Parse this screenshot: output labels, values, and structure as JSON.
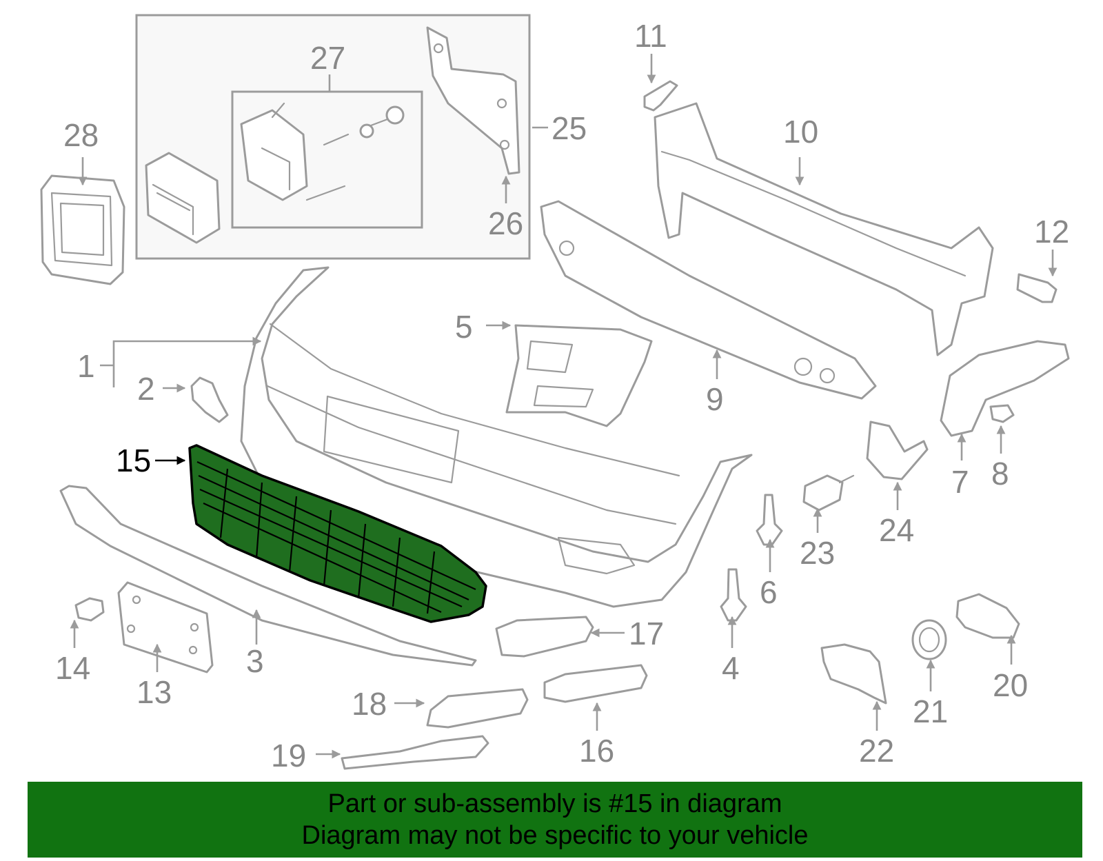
{
  "diagram": {
    "highlighted_part": "15",
    "callouts": [
      "1",
      "2",
      "3",
      "4",
      "5",
      "6",
      "7",
      "8",
      "9",
      "10",
      "11",
      "12",
      "13",
      "14",
      "15",
      "16",
      "17",
      "18",
      "19",
      "20",
      "21",
      "22",
      "23",
      "24",
      "25",
      "26",
      "27",
      "28"
    ],
    "colors": {
      "highlight_fill": "#1f6e1f",
      "outline": "#9b9b9b",
      "label": "#888888",
      "banner": "#117311"
    }
  },
  "banner": {
    "line1": "Part or sub-assembly is #15 in diagram",
    "line2": "Diagram may not be specific to your vehicle"
  }
}
